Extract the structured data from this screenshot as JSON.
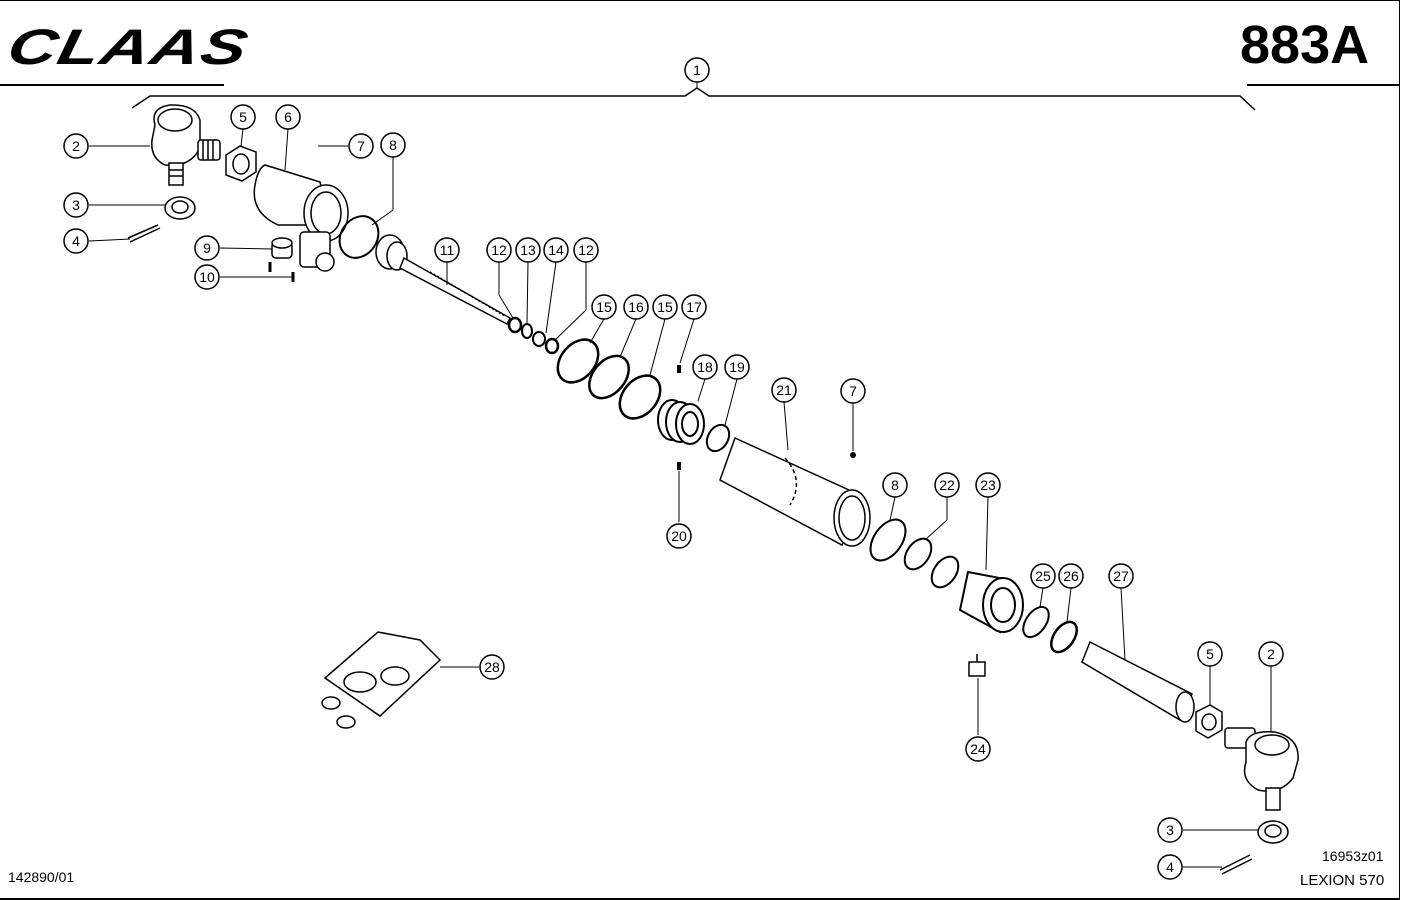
{
  "header": {
    "brand": "CLAAS",
    "page_code": "883A"
  },
  "footer": {
    "drawing_number": "142890/01",
    "figure_id": "16953z01",
    "model": "LEXION 570"
  },
  "callouts": [
    "1",
    "2",
    "3",
    "4",
    "5",
    "6",
    "7",
    "8",
    "9",
    "10",
    "11",
    "12",
    "13",
    "14",
    "12",
    "15",
    "16",
    "15",
    "17",
    "18",
    "19",
    "20",
    "21",
    "7",
    "8",
    "22",
    "23",
    "24",
    "25",
    "26",
    "27",
    "28",
    "5",
    "2",
    "3",
    "4"
  ]
}
